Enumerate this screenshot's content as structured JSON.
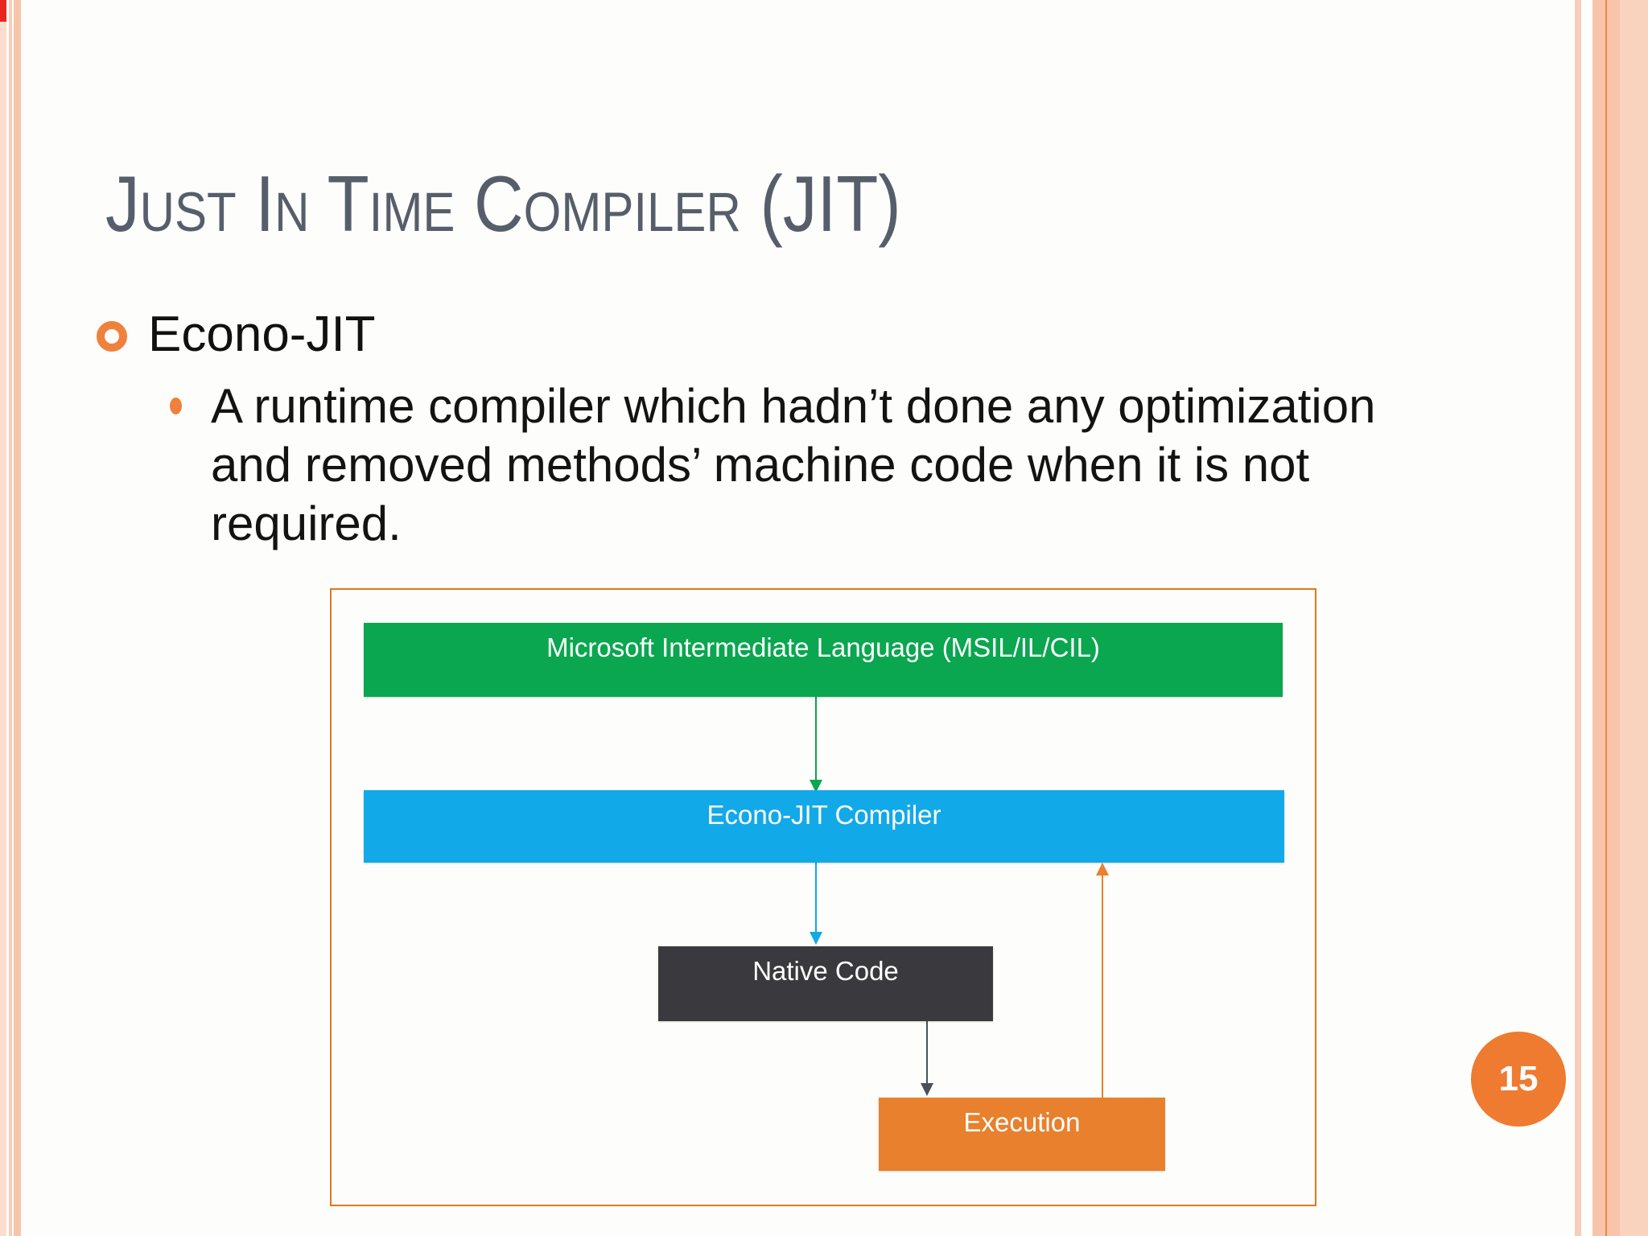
{
  "slide": {
    "title": "Just In Time Compiler (JIT)",
    "bullet": "Econo-JIT",
    "sub_bullet": "A runtime compiler which hadn’t done any optimization and removed methods’ machine code when it is not required.",
    "page_number": "15"
  },
  "diagram": {
    "nodes": [
      {
        "label": "Microsoft Intermediate Language (MSIL/IL/CIL)",
        "color": "#0aa650"
      },
      {
        "label": "Econo-JIT Compiler",
        "color": "#12a9e9"
      },
      {
        "label": "Native Code",
        "color": "#3a393d"
      },
      {
        "label": "Execution",
        "color": "#e8802d"
      }
    ],
    "edges": [
      {
        "from": "Microsoft Intermediate Language (MSIL/IL/CIL)",
        "to": "Econo-JIT Compiler",
        "color": "#0aa650"
      },
      {
        "from": "Econo-JIT Compiler",
        "to": "Native Code",
        "color": "#12a9e9"
      },
      {
        "from": "Native Code",
        "to": "Execution",
        "color": "#4b5058"
      },
      {
        "from": "Execution",
        "to": "Econo-JIT Compiler",
        "color": "#e8802d"
      }
    ],
    "border_color": "#de7722"
  },
  "theme": {
    "background": "#fdfefb",
    "title_color": "#575e6b",
    "body_text_color": "#131313",
    "accent_orange": "#f0813c",
    "stripe_peach": "#f8c5ab",
    "stripe_peach_soft": "#f9cdb9",
    "stripe_peach_light": "#fbdccd",
    "stripe_outer": "#fad3bf",
    "stripe_line_orange": "#e78b3c",
    "page_circle": "#ee7b30",
    "corner_mark": "#e8251f"
  }
}
